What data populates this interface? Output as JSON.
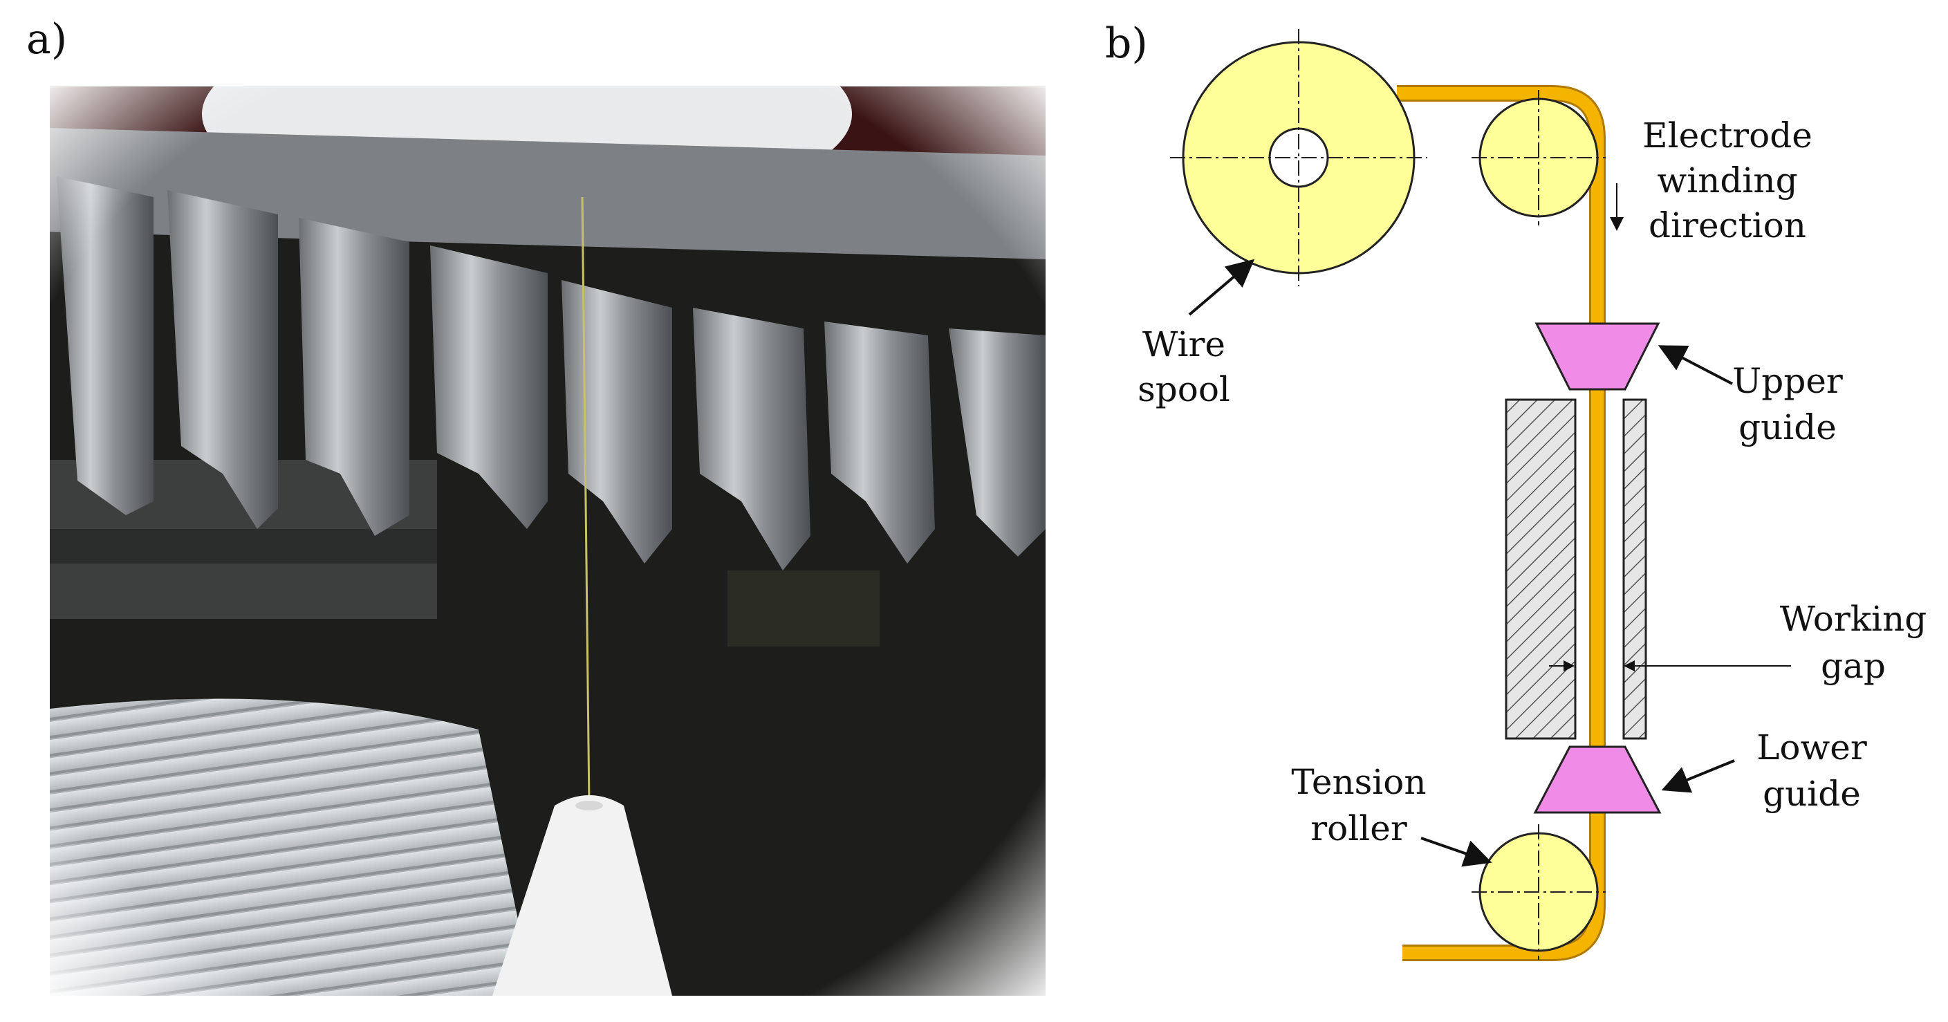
{
  "panels": {
    "a": {
      "label": "a)"
    },
    "b": {
      "label": "b)"
    }
  },
  "diagram": {
    "labels": {
      "wire_spool": [
        "Wire",
        "spool"
      ],
      "electrode_winding_direction": [
        "Electrode",
        "winding",
        "direction"
      ],
      "upper_guide": [
        "Upper",
        "guide"
      ],
      "working_gap": [
        "Working",
        "gap"
      ],
      "lower_guide": [
        "Lower",
        "guide"
      ],
      "tension_roller": [
        "Tension",
        "roller"
      ]
    }
  },
  "colors": {
    "wire": "#F5B400",
    "wire_edge": "#B07A00",
    "spool_fill": "#FFFF99",
    "guide_fill": "#F08CE8",
    "workpiece_hatch": "#555555"
  }
}
